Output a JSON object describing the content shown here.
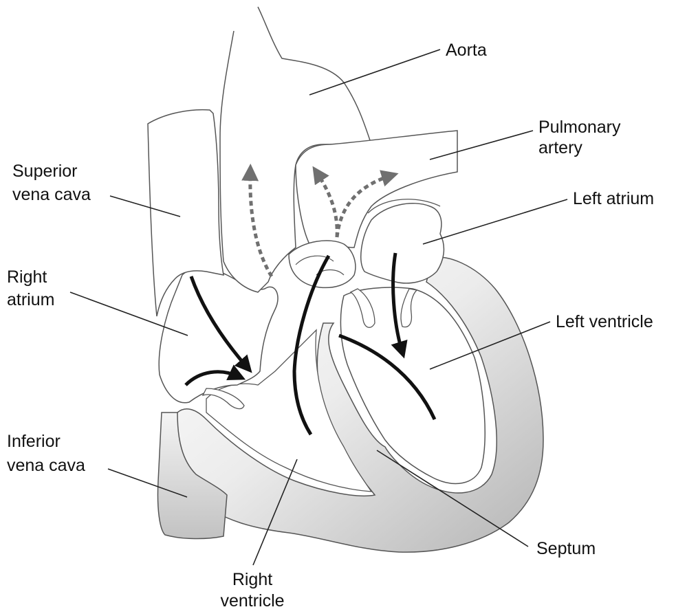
{
  "labels": {
    "aorta": "Aorta",
    "pulmonary_artery_l1": "Pulmonary",
    "pulmonary_artery_l2": "artery",
    "superior_vena_cava_l1": "Superior",
    "superior_vena_cava_l2": "vena cava",
    "left_atrium": "Left atrium",
    "right_atrium_l1": "Right",
    "right_atrium_l2": "atrium",
    "left_ventricle": "Left ventricle",
    "inferior_vena_cava_l1": "Inferior",
    "inferior_vena_cava_l2": "vena cava",
    "septum": "Septum",
    "right_ventricle_l1": "Right",
    "right_ventricle_l2": "ventricle"
  },
  "colors": {
    "outline": "#555555",
    "leader_line": "#222222",
    "flow_arrow": "#111111",
    "dashed_flow_arrow": "#707070",
    "muscle_gradient_light": "#ffffff",
    "muscle_gradient_dark": "#b4b4b4"
  }
}
